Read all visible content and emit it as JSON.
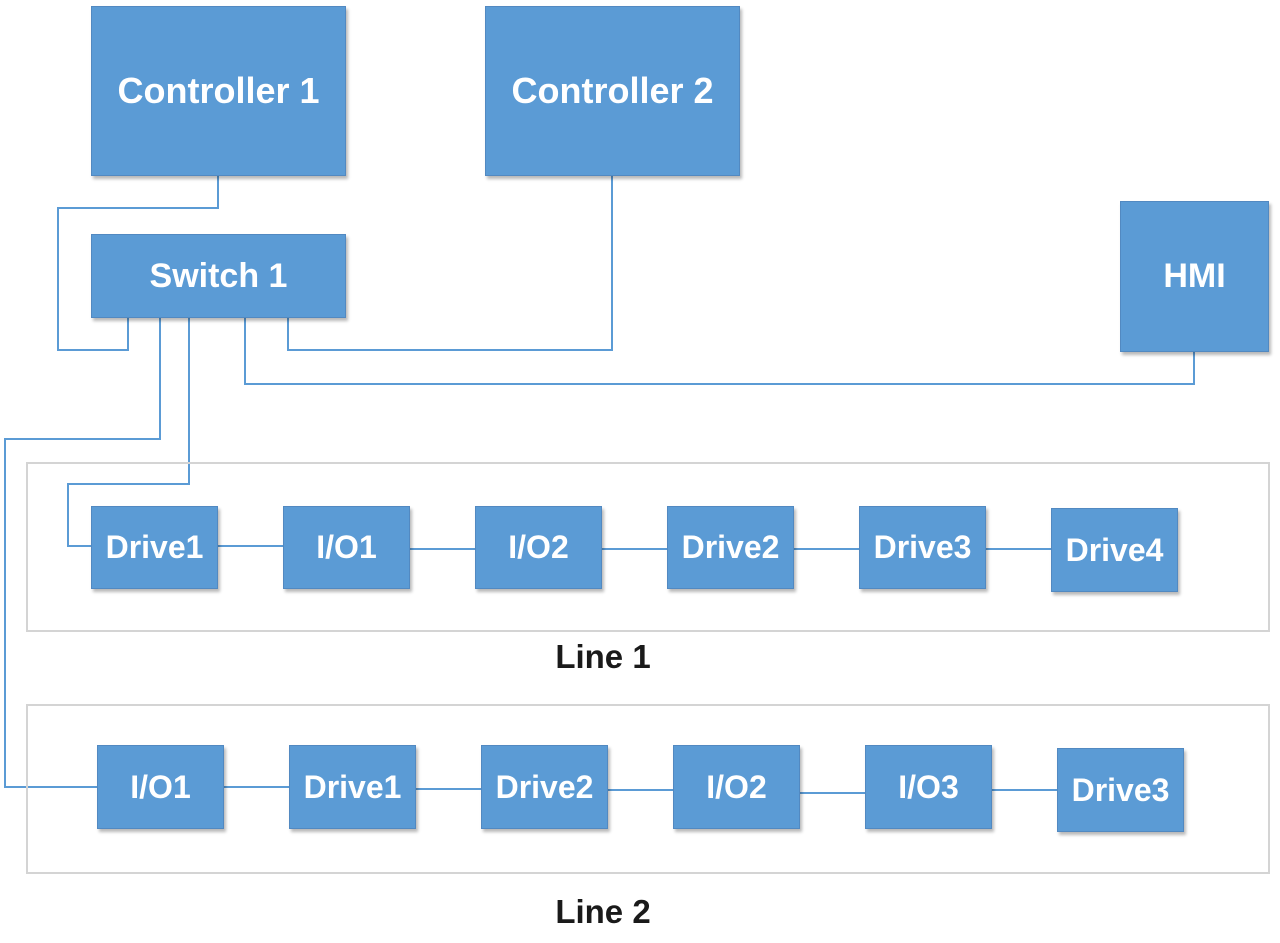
{
  "controllers": {
    "controller1": "Controller 1",
    "controller2": "Controller 2"
  },
  "switch1": "Switch 1",
  "hmi": "HMI",
  "line1": {
    "label": "Line 1",
    "devices": [
      "Drive1",
      "I/O1",
      "I/O2",
      "Drive2",
      "Drive3",
      "Drive4"
    ]
  },
  "line2": {
    "label": "Line 2",
    "devices": [
      "I/O1",
      "Drive1",
      "Drive2",
      "I/O2",
      "I/O3",
      "Drive3"
    ]
  },
  "colors": {
    "box_fill": "#5b9bd5",
    "connector": "#5b9bd5",
    "frame_border": "#d4d4d4"
  }
}
